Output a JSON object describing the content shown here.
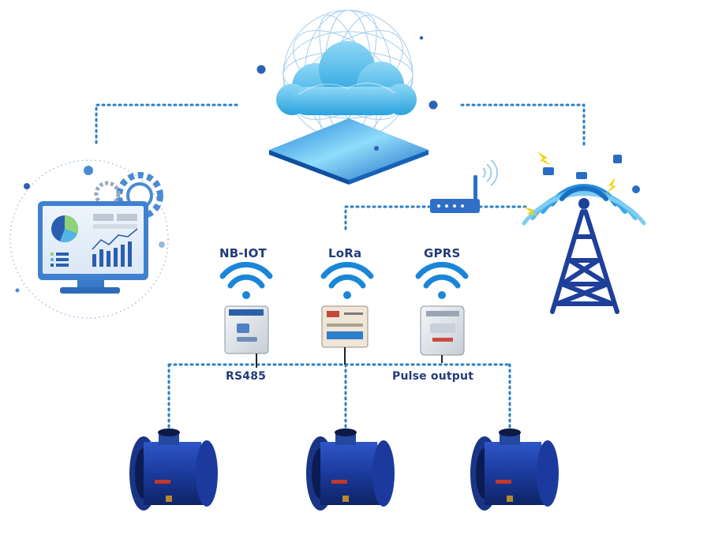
{
  "labels": {
    "nb_iot": "NB-IOT",
    "lora": "LoRa",
    "gprs": "GPRS",
    "rs485": "RS485",
    "pulse_output": "Pulse output"
  },
  "colors": {
    "link": "#2a7fc4",
    "wifi": "#1a86d8",
    "label": "#243a7a",
    "meter": "#1c3a9e",
    "tower": "#1e3f9a",
    "cloud": "#3fb3e6",
    "monitor": "#4a8ad4"
  },
  "icons": [
    "cloud-icon",
    "monitor-dashboard-icon",
    "gear-icon",
    "router-icon",
    "cell-tower-icon",
    "wifi-icon",
    "transmitter-icon",
    "water-meter-icon"
  ]
}
